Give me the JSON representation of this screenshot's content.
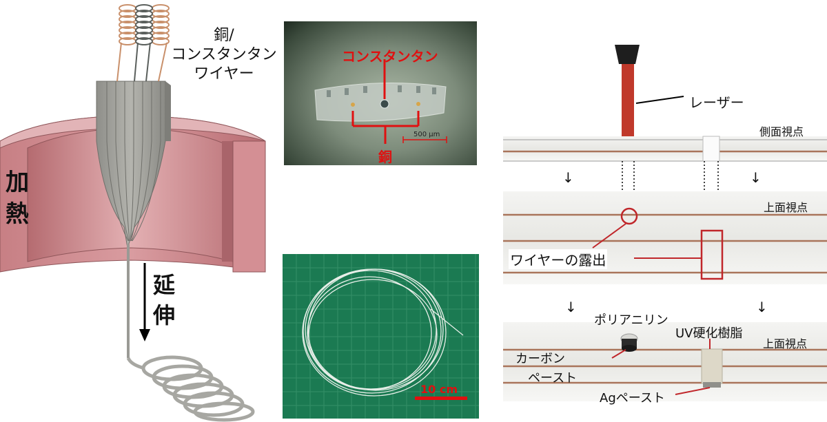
{
  "left": {
    "wire_label_line1": "銅/",
    "wire_label_line2": "コンスタンタン",
    "wire_label_line3": "ワイヤー",
    "heat_char1": "加",
    "heat_char2": "熱",
    "draw_char1": "延",
    "draw_char2": "伸",
    "colors": {
      "furnace": "#c98589",
      "preform": "#a6a6a0",
      "coil": "#b2b2b2"
    }
  },
  "top_photo": {
    "constantan_label": "コンスタンタン",
    "copper_label": "銅",
    "scale_text": "500 μm",
    "colors": {
      "annotation": "#e01010"
    }
  },
  "bottom_photo": {
    "scale_text": "10 cm",
    "colors": {
      "mat": "#1b7a52",
      "scale_bar": "#e01010"
    }
  },
  "right": {
    "laser_label": "レーザー",
    "side_view_label": "側面視点",
    "top_view_label_1": "上面視点",
    "top_view_label_2": "上面視点",
    "arrow_glyph": "↓",
    "exposure_label": "ワイヤーの露出",
    "polyaniline_label": "ポリアニリン",
    "uv_label": "UV硬化樹脂",
    "carbon_label_line1": "カーボン",
    "carbon_label_line2": "ペースト",
    "ag_label": "Agペースト",
    "colors": {
      "laser": "#c0392b",
      "highlight": "#c0262a",
      "wire": "#b07a60"
    }
  }
}
